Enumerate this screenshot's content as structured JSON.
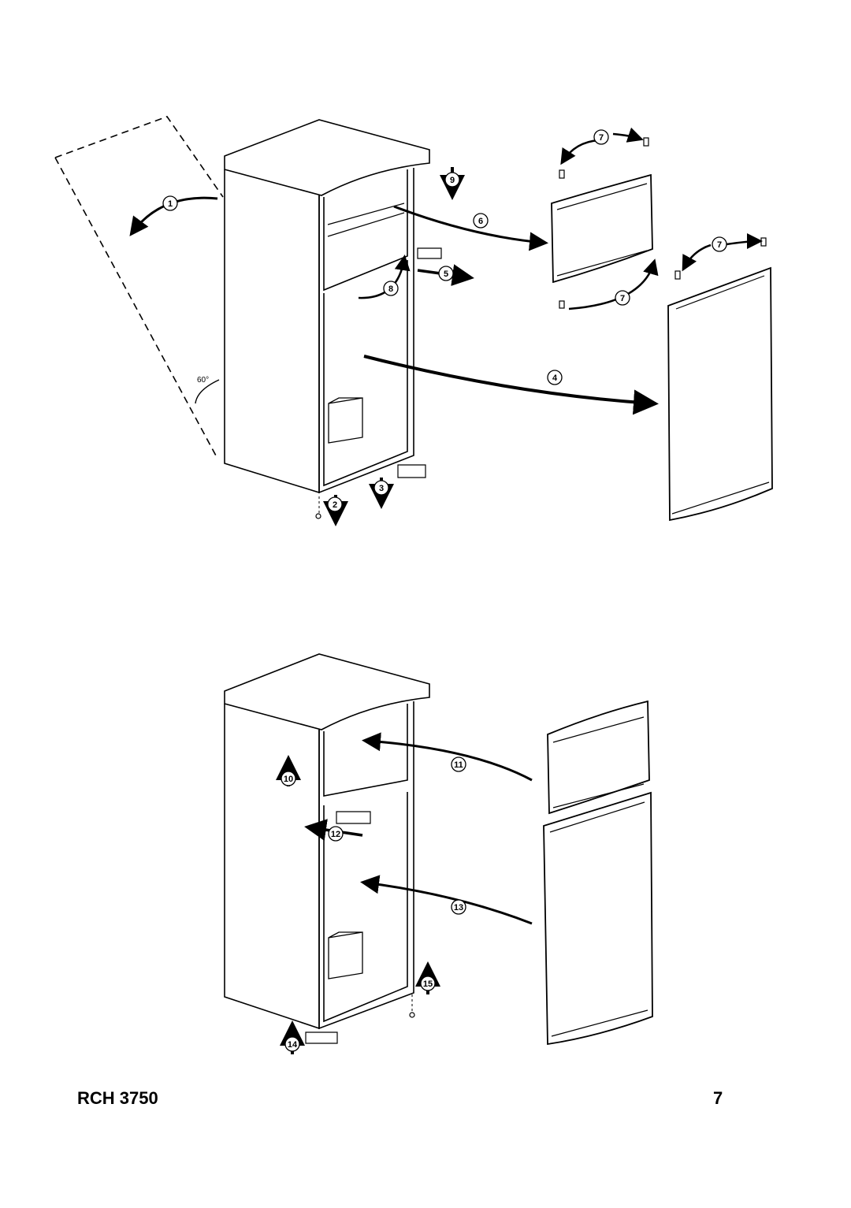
{
  "footer": {
    "model": "RCH 3750",
    "page_number": "7"
  },
  "diagram": {
    "angle_label": "60°",
    "steps": [
      "1",
      "2",
      "3",
      "4",
      "5",
      "6",
      "7",
      "7",
      "7",
      "8",
      "9",
      "10",
      "11",
      "12",
      "13",
      "14",
      "15"
    ]
  },
  "colors": {
    "ink": "#000000",
    "paper": "#ffffff"
  }
}
